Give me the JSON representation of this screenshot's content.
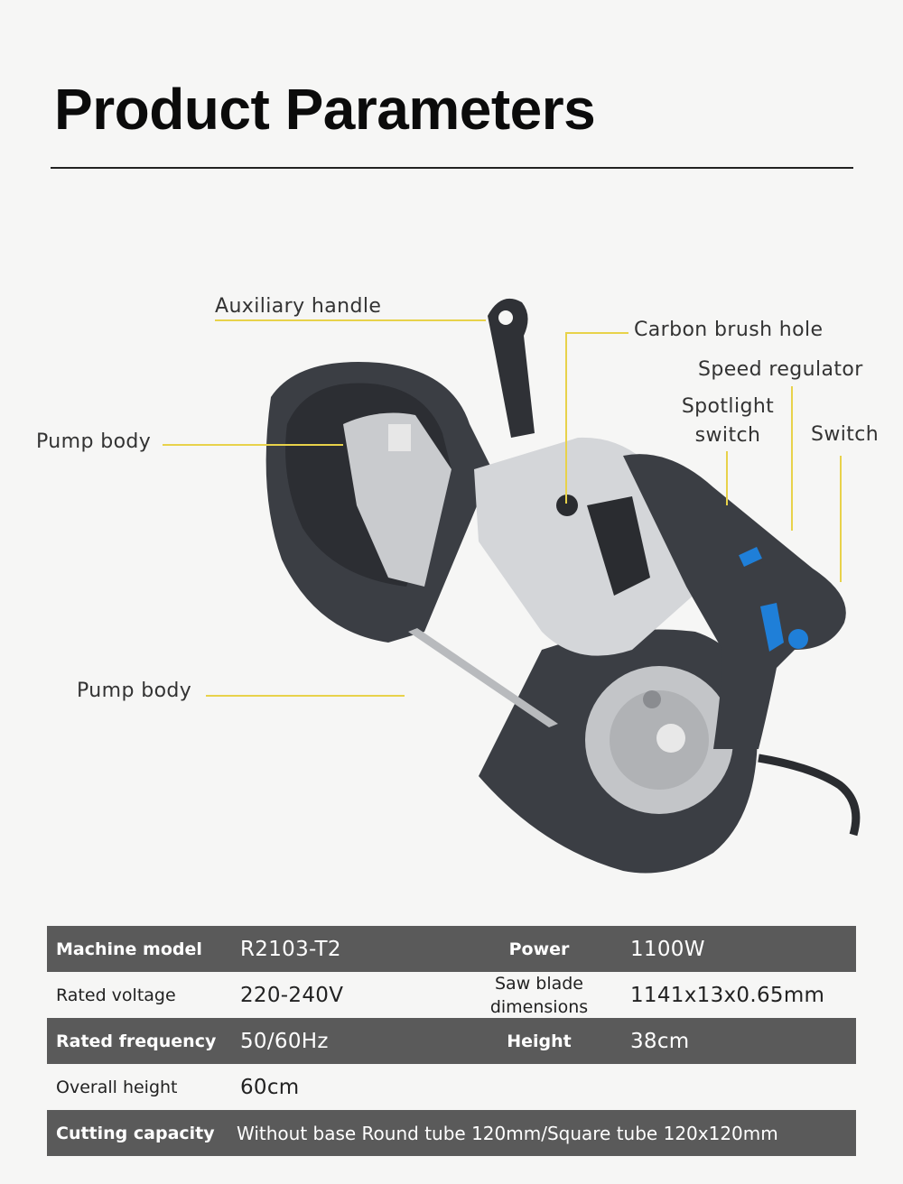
{
  "header": {
    "title": "Product Parameters"
  },
  "callouts": {
    "auxiliary_handle": "Auxiliary handle",
    "carbon_brush_hole": "Carbon brush hole",
    "speed_regulator": "Speed regulator",
    "spotlight_switch_1": "Spotlight",
    "spotlight_switch_2": "switch",
    "switch": "Switch",
    "pump_body_upper": "Pump body",
    "pump_body_lower": "Pump body"
  },
  "specs": {
    "rows": [
      {
        "label1": "Machine model",
        "value1": "R2103-T2",
        "label2": "Power",
        "value2": "1100W"
      },
      {
        "label1": "Rated voltage",
        "value1": "220-240V",
        "label2a": "Saw blade",
        "label2b": "dimensions",
        "value2": "1141x13x0.65mm"
      },
      {
        "label1": "Rated frequency",
        "value1": "50/60Hz",
        "label2": "Height",
        "value2": "38cm"
      },
      {
        "label1": "Overall height",
        "value1": "60cm"
      },
      {
        "label1": "Cutting capacity",
        "value1": "Without base Round tube 120mm/Square tube 120x120mm"
      }
    ]
  },
  "colors": {
    "leader": "#e8d24a",
    "accent_blue": "#1f7fd8",
    "dark_row": "#5a5a5a",
    "tool_body": "#3b3e44"
  }
}
